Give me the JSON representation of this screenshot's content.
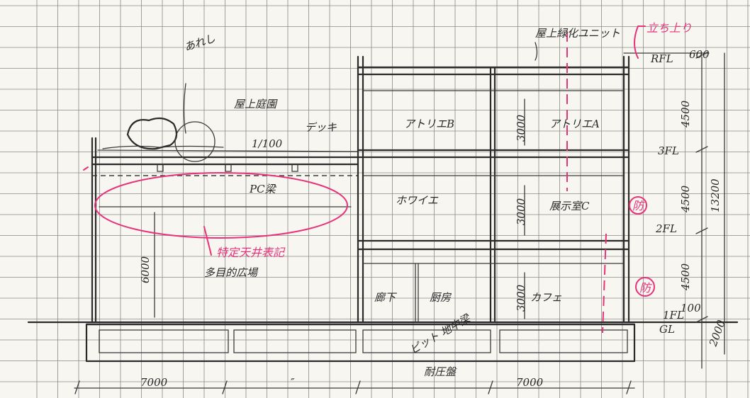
{
  "labels": {
    "arashi": "あれし",
    "okujo_teien": "屋上庭園",
    "deck": "デッキ",
    "slope": "1/100",
    "okujo_ryokka": "屋上緑化ユニット",
    "atelier_b": "アトリエB",
    "atelier_a": "アトリエA",
    "pc_beam": "PC梁",
    "hall": "ホワイエ",
    "studio_c": "展示室C",
    "tamokuteki": "多目的広場",
    "corridor": "廊下",
    "kitchen": "厨房",
    "cafe": "カフェ",
    "pit": "ピット 地中梁",
    "foundation": "耐圧盤"
  },
  "red_notes": {
    "tokubetsu": "特定天井表記",
    "parapet_h": "立ち上り",
    "fire_1": "防",
    "fire_2": "防"
  },
  "dims": {
    "h_left": "6000",
    "h_atelier": "3000",
    "h_hall": "3000",
    "h_cafe": "3000",
    "parapet": "600",
    "fl_upper": "4500",
    "fl_mid": "4500",
    "fl_low": "4500",
    "total": "13200",
    "gl": "100",
    "found": "2000",
    "span_1": "7000",
    "span_2": "″",
    "span_3": "7000"
  },
  "levels": {
    "rfl": "RFL",
    "fl3": "3FL",
    "fl2": "2FL",
    "fl1": "1FL",
    "gl": "GL"
  },
  "colors": {
    "pencil": "#2a2a2a",
    "red_pen": "#e8327a",
    "grid": "#8a8a8a",
    "paper": "#f7f6f1"
  }
}
